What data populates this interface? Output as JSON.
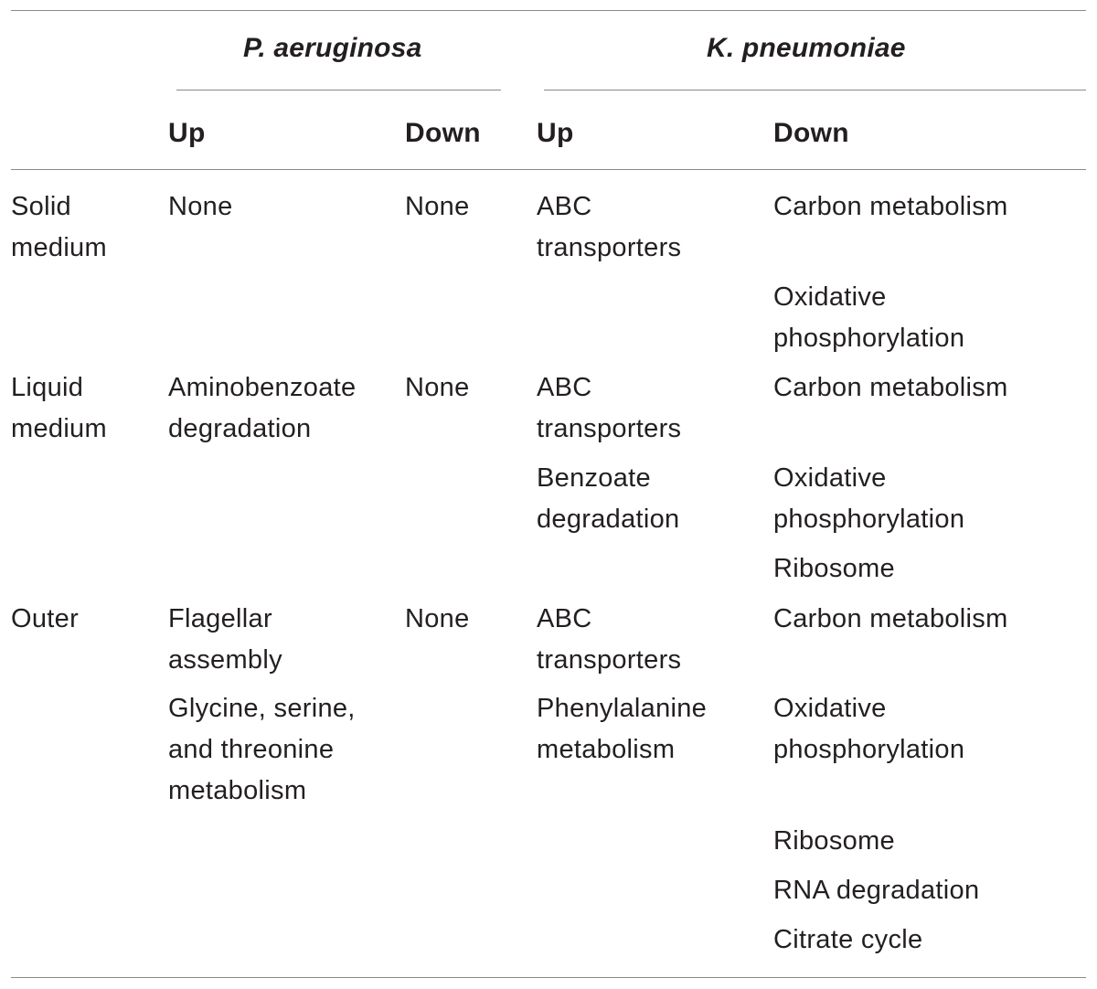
{
  "header": {
    "species_1": "P. aeruginosa",
    "species_2": "K. pneumoniae",
    "col_up_1": "Up",
    "col_down_1": "Down",
    "col_up_2": "Up",
    "col_down_2": "Down"
  },
  "rows": [
    {
      "condition": "Solid\nmedium",
      "pa_up": [
        "None"
      ],
      "pa_down": [
        "None"
      ],
      "kp_up": [
        "ABC\ntransporters"
      ],
      "kp_down": [
        "Carbon metabolism",
        "Oxidative\nphosphorylation"
      ]
    },
    {
      "condition": "Liquid\nmedium",
      "pa_up": [
        "Aminobenzoate\ndegradation"
      ],
      "pa_down": [
        "None"
      ],
      "kp_up": [
        "ABC\ntransporters",
        "Benzoate\ndegradation"
      ],
      "kp_down": [
        "Carbon metabolism",
        "Oxidative\nphosphorylation",
        "Ribosome"
      ]
    },
    {
      "condition": "Outer",
      "pa_up": [
        "Flagellar\nassembly",
        "Glycine, serine,\nand threonine\nmetabolism"
      ],
      "pa_down": [
        "None"
      ],
      "kp_up": [
        "ABC\ntransporters",
        "Phenylalanine\nmetabolism"
      ],
      "kp_down": [
        "Carbon metabolism",
        "Oxidative\nphosphorylation",
        "Ribosome",
        "RNA degradation",
        "Citrate cycle"
      ]
    }
  ]
}
